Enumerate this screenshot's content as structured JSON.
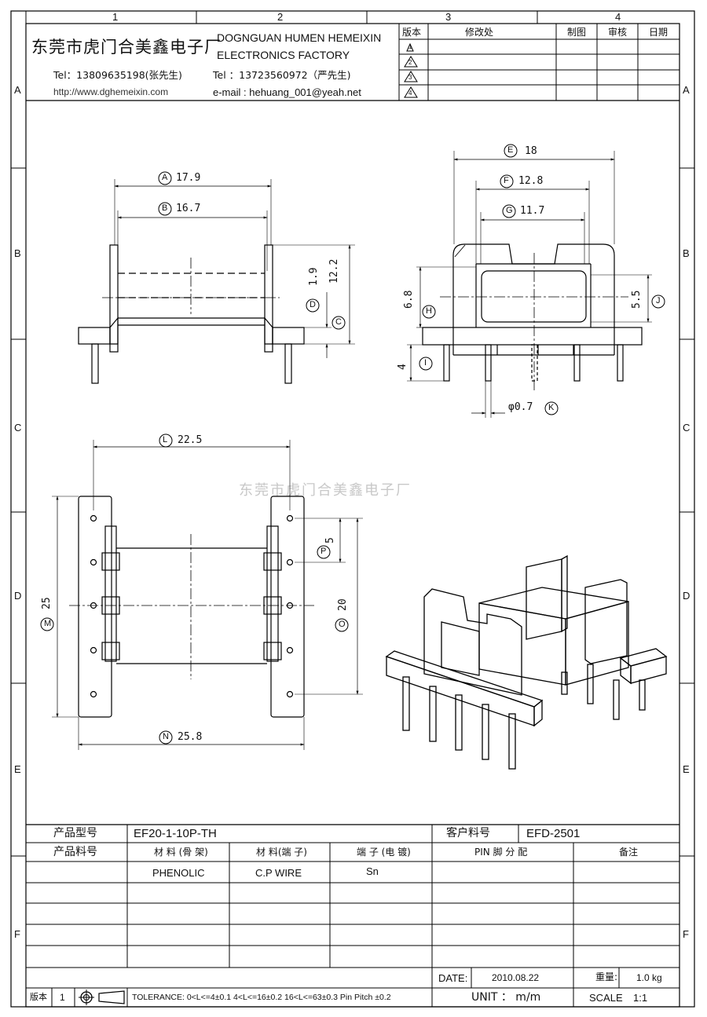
{
  "frame": {
    "top_labels": [
      "1",
      "2",
      "3",
      "4"
    ],
    "side_labels": [
      "A",
      "B",
      "C",
      "D",
      "E",
      "F"
    ]
  },
  "header": {
    "company_cn": "东莞市虎门合美鑫电子厂",
    "company_en_line1": "DOGNGUAN HUMEN HEMEIXIN",
    "company_en_line2": "ELECTRONICS FACTORY",
    "tel1": "Tel：13809635198(张先生)",
    "website": "http://www.dghemeixin.com",
    "tel2": "Tel ：13723560972（严先生)",
    "email": "e-mail : hehuang_001@yeah.net"
  },
  "revision_table": {
    "headers": [
      "版本",
      "修改处",
      "制图",
      "审核",
      "日期"
    ],
    "versions": [
      "1",
      "2",
      "3",
      "4"
    ]
  },
  "watermark": "东莞市虎门合美鑫电子厂",
  "dimensions": {
    "A": {
      "letter": "A",
      "value": "17.9"
    },
    "B": {
      "letter": "B",
      "value": "16.7"
    },
    "C": {
      "letter": "C",
      "value": "12.2"
    },
    "D": {
      "letter": "D",
      "value": "1.9"
    },
    "E": {
      "letter": "E",
      "value": "18"
    },
    "F": {
      "letter": "F",
      "value": "12.8"
    },
    "G": {
      "letter": "G",
      "value": "11.7"
    },
    "H": {
      "letter": "H",
      "value": "6.8"
    },
    "I": {
      "letter": "I",
      "value": "4"
    },
    "J": {
      "letter": "J",
      "value": "5.5"
    },
    "K": {
      "letter": "K",
      "value": "φ0.7"
    },
    "L": {
      "letter": "L",
      "value": "22.5"
    },
    "M": {
      "letter": "M",
      "value": "25"
    },
    "N": {
      "letter": "N",
      "value": "25.8"
    },
    "O": {
      "letter": "O",
      "value": "20"
    },
    "P": {
      "letter": "P",
      "value": "5"
    }
  },
  "spec": {
    "model_label": "产品型号",
    "model_value": "EF20-1-10P-TH",
    "customer_label": "客户料号",
    "customer_value": "EFD-2501",
    "part_label": "产品料号",
    "col_material_bobbin": "材 料 (骨 架)",
    "col_material_terminal": "材 料(端 子)",
    "col_terminal_plating": "端 子 (电 镀)",
    "col_pin": "PIN 脚 分 配",
    "col_note": "备注",
    "material_bobbin": "PHENOLIC",
    "material_terminal": "C.P WIRE",
    "plating": "Sn",
    "date_label": "DATE:",
    "date_value": "2010.08.22",
    "weight_label": "重量:",
    "weight_value": "1.0 kg",
    "unit": "UNIT ： m/m",
    "scale_label": "SCALE",
    "scale_value": "1:1",
    "version_label": "版本",
    "version_value": "1",
    "tolerance": "TOLERANCE:  0<L<=4±0.1  4<L<=16±0.2  16<L<=63±0.3  Pin Pitch  ±0.2"
  }
}
